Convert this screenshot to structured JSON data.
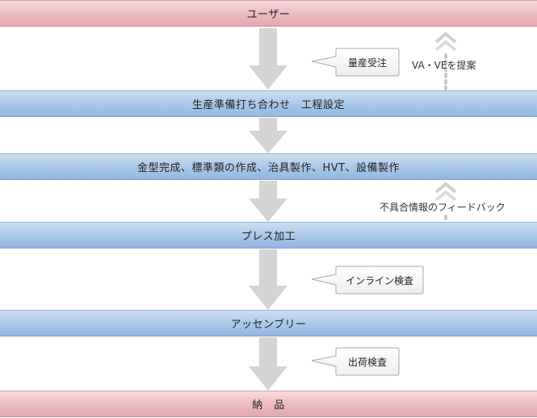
{
  "steps": [
    {
      "label": "ユーザー"
    },
    {
      "label": "生産準備打ち合わせ　工程設定"
    },
    {
      "label": "金型完成、標準類の作成、治具製作、HVT、設備製作"
    },
    {
      "label": "プレス加工"
    },
    {
      "label": "アッセンブリー"
    },
    {
      "label": "納　品"
    }
  ],
  "callouts": [
    {
      "label": "量産受注"
    },
    {
      "label": "インライン検査"
    },
    {
      "label": "出荷検査"
    }
  ],
  "feedback": [
    {
      "label": "VA・VEを提案"
    },
    {
      "label": "不具合情報のフィードバック"
    }
  ],
  "colors": {
    "terminal_bar": "#e3a9b0",
    "process_bar": "#93b7df",
    "flow_arrow": "#d6d6d6"
  }
}
